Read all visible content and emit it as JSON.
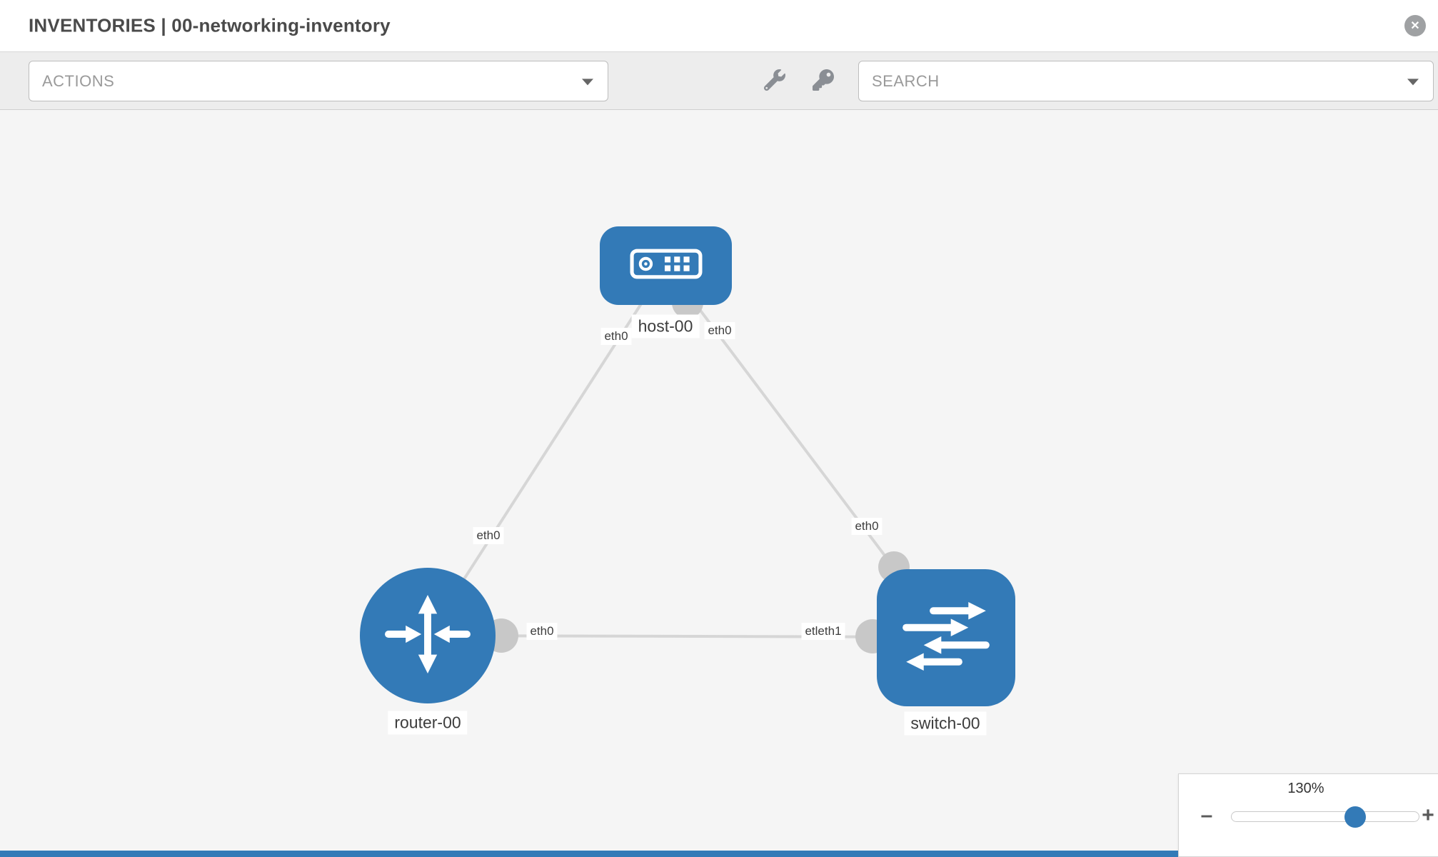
{
  "header": {
    "title": "INVENTORIES | 00-networking-inventory"
  },
  "toolbar": {
    "actions_label": "ACTIONS",
    "search_placeholder": "SEARCH",
    "tools": [
      "wrench",
      "key"
    ]
  },
  "topology": {
    "nodes": [
      {
        "id": "host-00",
        "type": "host",
        "label": "host-00"
      },
      {
        "id": "router-00",
        "type": "router",
        "label": "router-00"
      },
      {
        "id": "switch-00",
        "type": "switch",
        "label": "switch-00"
      }
    ],
    "links": [
      {
        "source": "host-00",
        "target": "router-00",
        "source_interface": "eth0",
        "target_interface": "eth0"
      },
      {
        "source": "host-00",
        "target": "switch-00",
        "source_interface": "eth0",
        "target_interface": "eth0"
      },
      {
        "source": "router-00",
        "target": "switch-00",
        "source_interface": "eth0",
        "target_interface": "etleth1"
      }
    ],
    "interface_labels": {
      "host_left": "eth0",
      "host_right": "eth0",
      "router_top": "eth0",
      "switch_top": "eth0",
      "router_link": "eth0",
      "switch_link": "etleth1"
    }
  },
  "zoom": {
    "level": "130%",
    "minus_glyph": "–",
    "plus_glyph": "+"
  },
  "icons": {
    "close_glyph": "✕"
  },
  "colors": {
    "node_blue": "#337ab7",
    "link_gray": "#d6d6d6",
    "port_gray": "#c8c8c8",
    "canvas_bg": "#f5f5f5",
    "accent": "#337ab7"
  }
}
